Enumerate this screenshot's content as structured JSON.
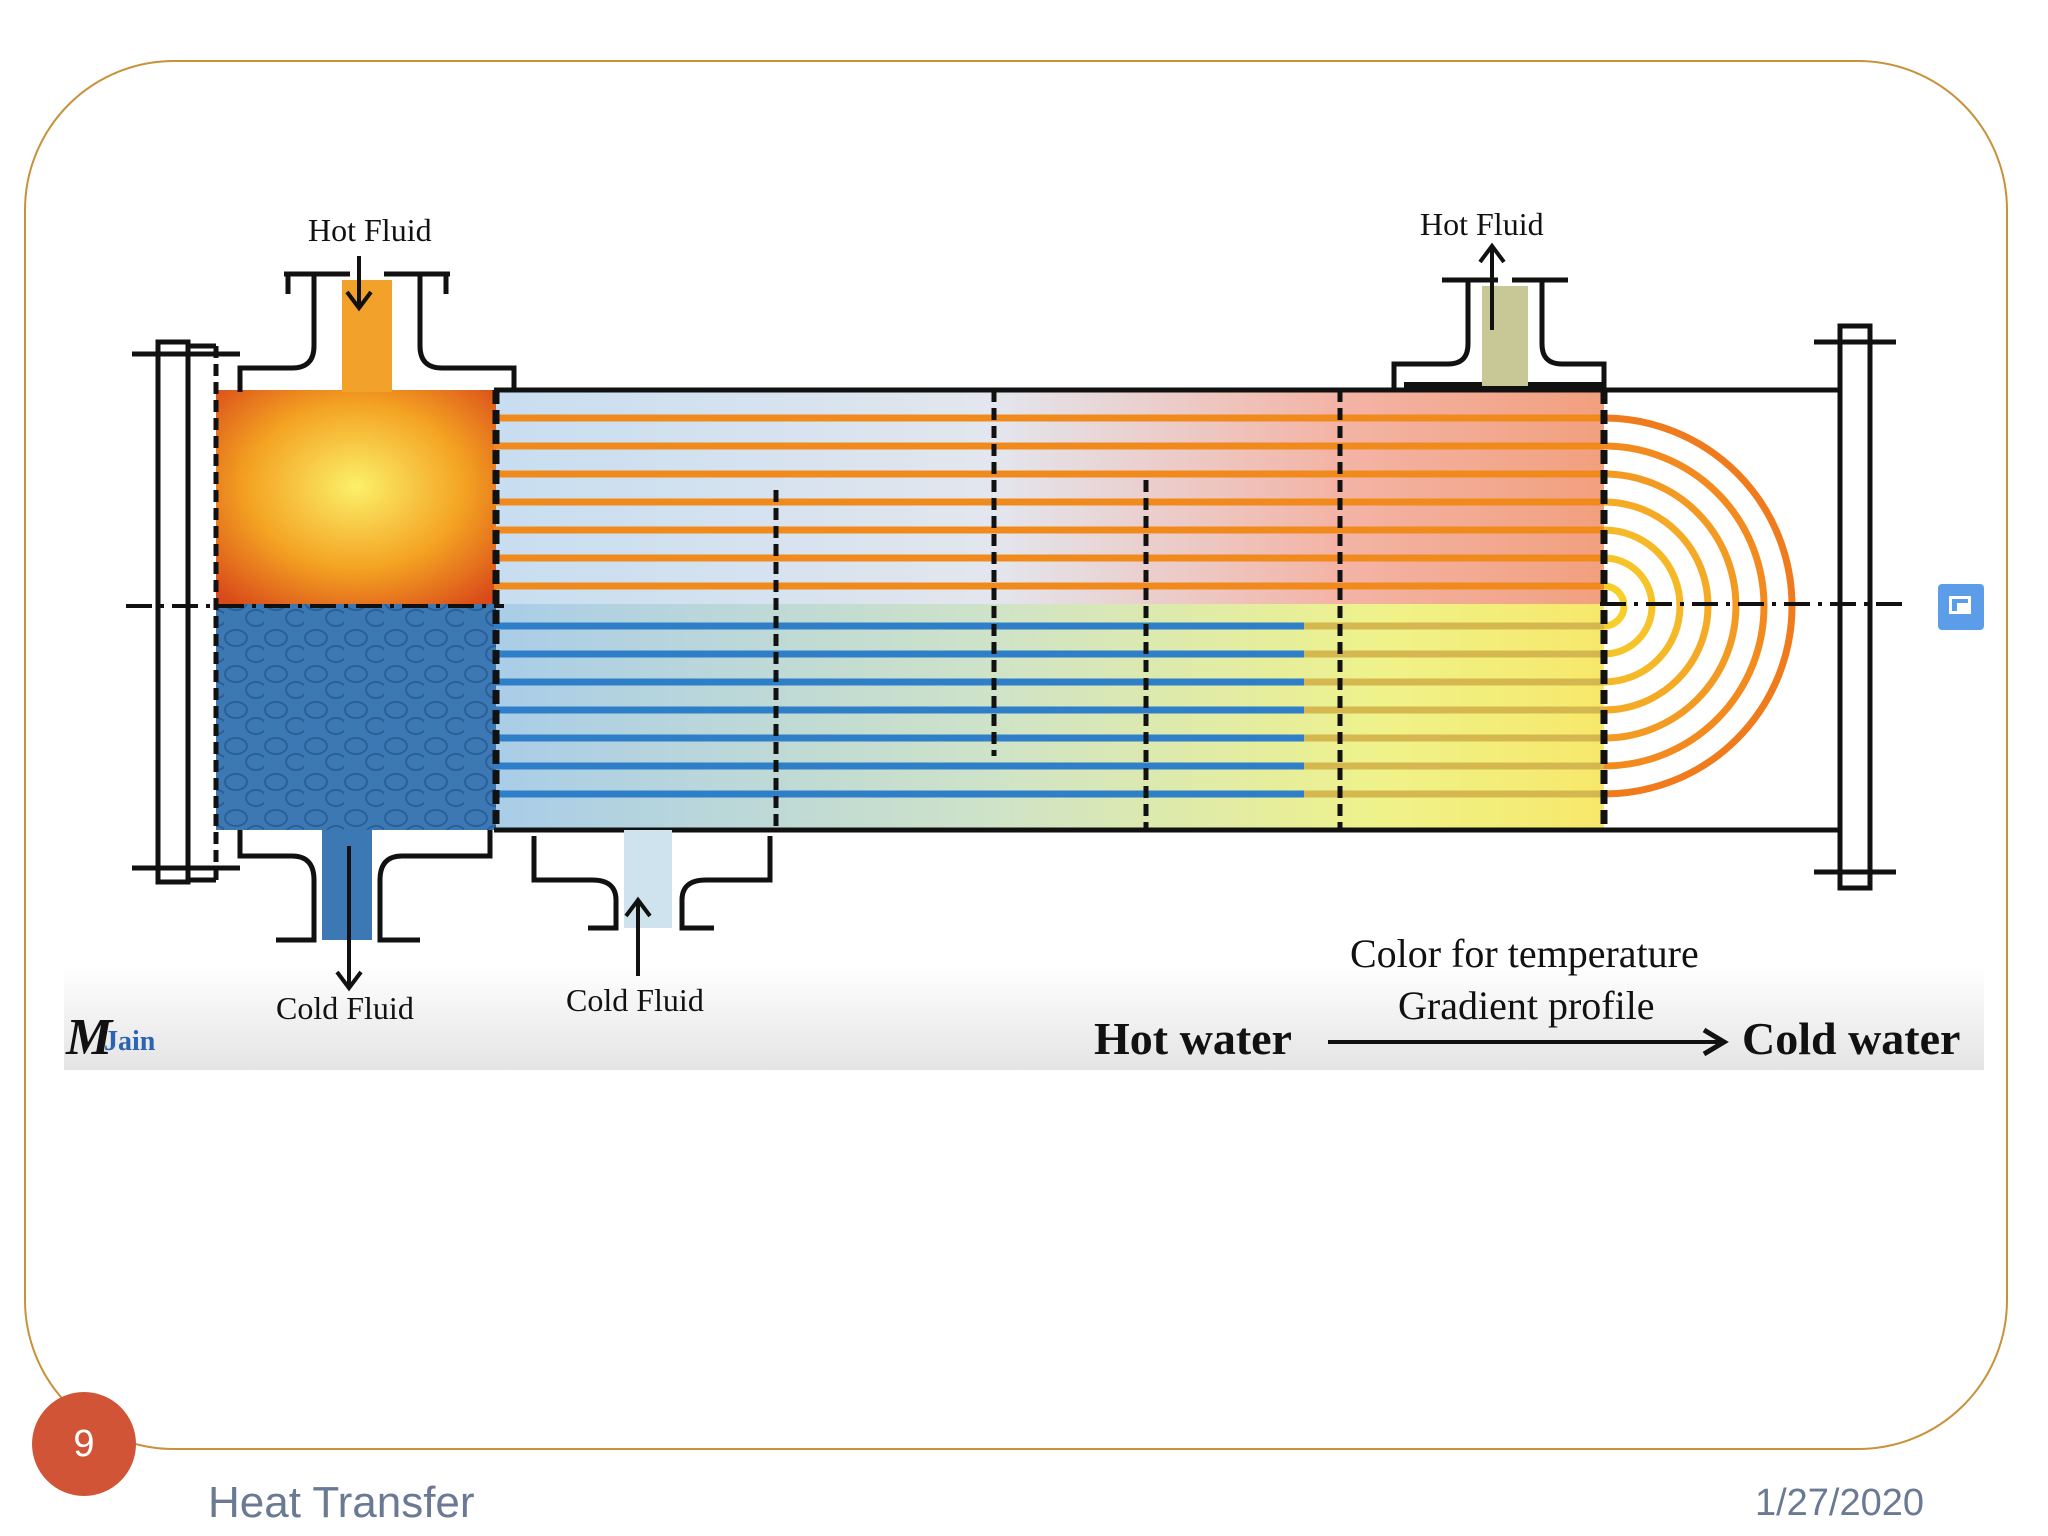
{
  "diagram": {
    "labels": {
      "hot_fluid_in": "Hot Fluid",
      "hot_fluid_out": "Hot Fluid",
      "cold_fluid_out": "Cold Fluid",
      "cold_fluid_in": "Cold Fluid",
      "legend_line1": "Color for temperature",
      "legend_line2": "Gradient profile",
      "hot_water": "Hot water",
      "cold_water": "Cold water"
    },
    "watermark": {
      "m": "M",
      "jain": "Jain"
    },
    "colors": {
      "hot": "#f08a1c",
      "warm": "#f6c028",
      "cold_tube": "#2f7fc8",
      "cold_water": "#3c78b4",
      "frame": "#c8913a"
    }
  },
  "slide": {
    "page_number": "9",
    "footer_title": "Heat Transfer",
    "date": "1/27/2020"
  }
}
